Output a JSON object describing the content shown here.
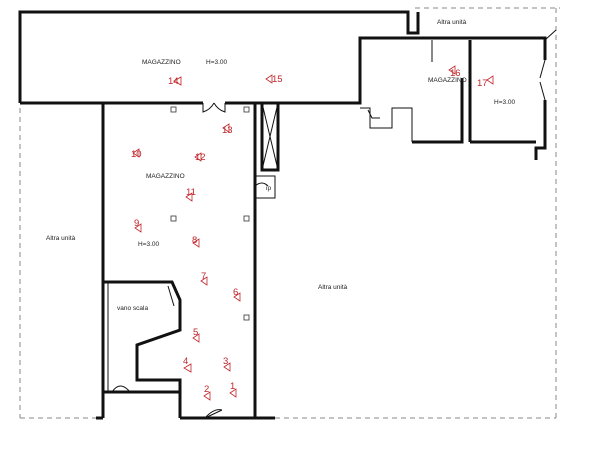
{
  "labels": {
    "magazzino_top": "MAGAZZINO",
    "height_top": "H=3.00",
    "magazzino_right": "MAGAZZINO",
    "height_right": "H=3.00",
    "magazzino_main": "MAGAZZINO",
    "height_main": "H=3.00",
    "altra_unita_top": "Altra unità",
    "altra_unita_left": "Altra unità",
    "altra_unita_center": "Altra unità",
    "vano_scala": "vano scala",
    "ip": "ip"
  },
  "viewpoints": [
    "1",
    "2",
    "3",
    "4",
    "5",
    "6",
    "7",
    "8",
    "9",
    "10",
    "11",
    "12",
    "13",
    "14",
    "15",
    "16",
    "17"
  ],
  "colors": {
    "walls": "#111111",
    "viewpoints": "#c0262c",
    "boundary": "#888888"
  }
}
